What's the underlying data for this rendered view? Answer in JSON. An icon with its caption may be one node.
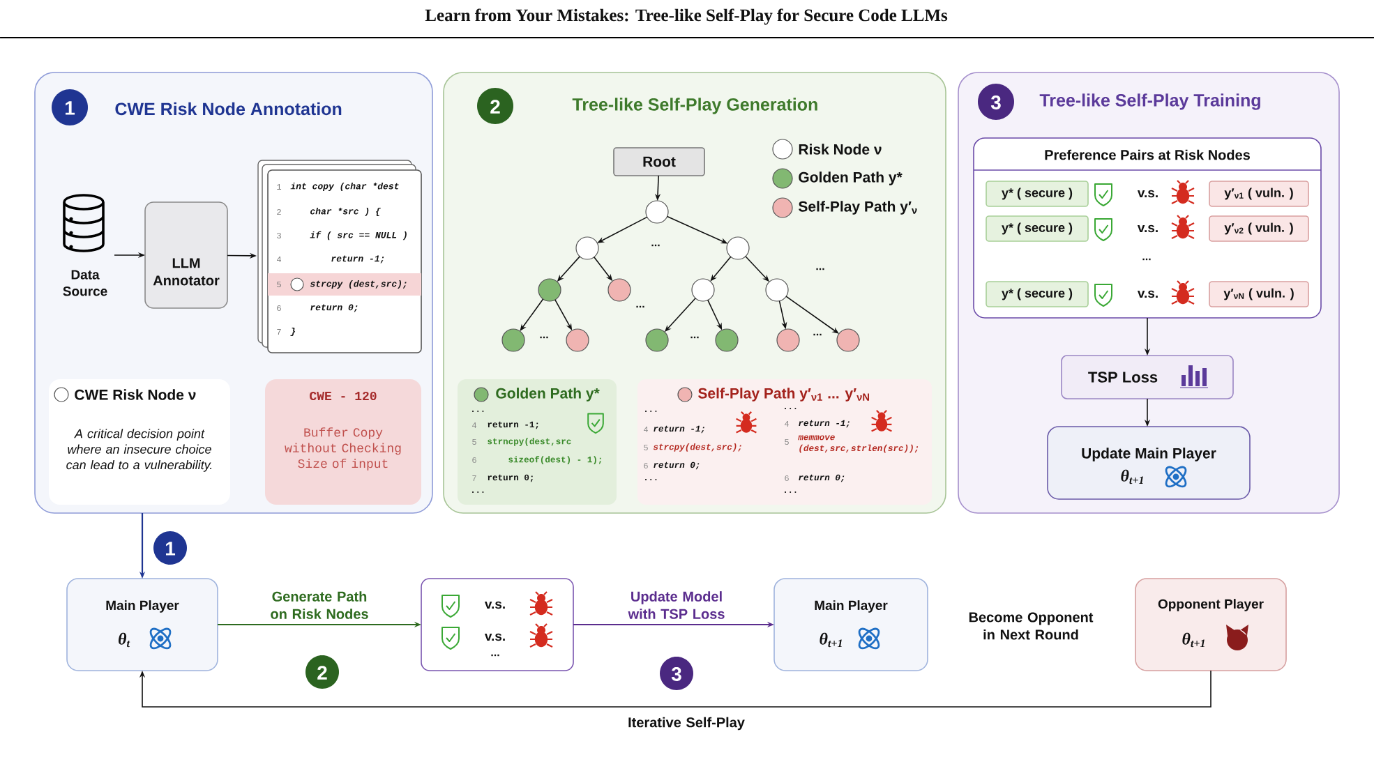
{
  "diagram": {
    "title": "Learn from Your Mistakes: Tree-like Self-Play for Secure Code LLMs",
    "nodes": [
      {
        "text": [
          "CWE Risk Node Annotation"
        ]
      },
      {
        "text": [
          "1"
        ],
        "in": 0
      },
      {
        "text": [
          "Data Source"
        ],
        "in": 0
      },
      {
        "text": [
          "LLM Annotator"
        ],
        "in": 0
      },
      {
        "text": [
          "1",
          "int copy (char *dest",
          "2",
          "char *src ) {",
          "3",
          "if ( src == NULL )",
          "4",
          "return -1;",
          "5",
          "strcpy (dest,src);",
          "6",
          "return 0;",
          "7",
          "}"
        ],
        "in": 0
      },
      {
        "text": [
          "CWE Risk Node ν",
          "A critical decision point where an insecure choice can lead to a vulnerability."
        ],
        "in": 0
      },
      {
        "text": [
          "CWE - 120",
          "Buffer Copy without Checking Size of input"
        ],
        "in": 0
      },
      {
        "text": [
          "Tree-like Self-Play Generation"
        ]
      },
      {
        "text": [
          "2"
        ],
        "in": 7
      },
      {
        "text": [
          "Root"
        ],
        "in": 7
      },
      {
        "text": [],
        "shape": "circle",
        "in": 7
      },
      {
        "text": [],
        "shape": "circle",
        "in": 7
      },
      {
        "text": [],
        "shape": "circle",
        "in": 7
      },
      {
        "text": [],
        "shape": "circle",
        "in": 7
      },
      {
        "text": [],
        "shape": "circle",
        "in": 7
      },
      {
        "text": [],
        "shape": "circle",
        "in": 7
      },
      {
        "text": [],
        "shape": "circle",
        "in": 7
      },
      {
        "text": [],
        "shape": "circle",
        "in": 7
      },
      {
        "text": [],
        "shape": "circle",
        "in": 7
      },
      {
        "text": [],
        "shape": "circle",
        "in": 7
      },
      {
        "text": [],
        "shape": "circle",
        "in": 7
      },
      {
        "text": [],
        "shape": "circle",
        "in": 7
      },
      {
        "text": [],
        "shape": "circle",
        "in": 7
      },
      {
        "text": [
          "Golden Path y*",
          "...",
          "4",
          "return -1;",
          "5",
          "strncpy(dest,src",
          "6",
          "sizeof(dest) - 1);",
          "7",
          "return 0;",
          "..."
        ],
        "in": 7
      },
      {
        "text": [
          "Self-Play Path y′$_{ν1}$ ... y′$_{νN}$",
          "...",
          "4",
          "return -1;",
          "5",
          "strcpy(dest,src);",
          "6",
          "return 0;",
          "...",
          "...",
          "4",
          "return -1;",
          "5",
          "memmove (dest,src,strlen(src));",
          "6",
          "return 0;",
          "..."
        ],
        "in": 7
      },
      {
        "text": [
          "Tree-like Self-Play Training"
        ]
      },
      {
        "text": [
          "3"
        ],
        "in": 25
      },
      {
        "text": [
          "Preference Pairs at Risk Nodes"
        ],
        "in": 25
      },
      {
        "text": [
          "y* ( secure )"
        ],
        "in": 27
      },
      {
        "text": [
          "y′$_{ν1}$ ( vuln. )"
        ],
        "in": 27
      },
      {
        "text": [
          "y* ( secure )"
        ],
        "in": 27
      },
      {
        "text": [
          "y′$_{ν2}$ ( vuln. )"
        ],
        "in": 27
      },
      {
        "text": [
          "y* ( secure )"
        ],
        "in": 27
      },
      {
        "text": [
          "y′$_{νN}$ ( vuln. )"
        ],
        "in": 27
      },
      {
        "text": [
          "TSP Loss"
        ],
        "in": 25
      },
      {
        "text": [
          "Update Main Player",
          "θ$_{t+1}$"
        ],
        "in": 25
      },
      {
        "text": [
          "1"
        ]
      },
      {
        "text": [
          "Main Player",
          "θ$_{t}$"
        ]
      },
      {
        "text": [
          "v.s.",
          "v.s.",
          "..."
        ]
      },
      {
        "text": [
          "2"
        ]
      },
      {
        "text": [
          "Main Player",
          "θ$_{t+1}$"
        ]
      },
      {
        "text": [
          "Opponent Player",
          "θ$_{t+1}$"
        ]
      },
      {
        "text": [
          "3"
        ]
      }
    ],
    "edges": [
      {
        "from": 2,
        "to": 3,
        "arrow": "to"
      },
      {
        "from": 3,
        "to": 4,
        "arrow": "to"
      },
      {
        "from": 9,
        "to": 10,
        "arrow": "to"
      },
      {
        "from": 10,
        "to": 11,
        "arrow": "to"
      },
      {
        "from": 10,
        "to": 12,
        "arrow": "to"
      },
      {
        "from": 11,
        "to": 13,
        "arrow": "to"
      },
      {
        "from": 11,
        "to": 14,
        "arrow": "to"
      },
      {
        "from": 12,
        "to": 15,
        "arrow": "to"
      },
      {
        "from": 12,
        "to": 16,
        "arrow": "to"
      },
      {
        "from": 13,
        "to": 17,
        "arrow": "to"
      },
      {
        "from": 13,
        "to": 18,
        "arrow": "to"
      },
      {
        "from": 15,
        "to": 19,
        "arrow": "to"
      },
      {
        "from": 15,
        "to": 20,
        "arrow": "to"
      },
      {
        "from": 16,
        "to": 21,
        "arrow": "to"
      },
      {
        "from": 16,
        "to": 22,
        "arrow": "to"
      },
      {
        "from": 27,
        "to": 34,
        "arrow": "to"
      },
      {
        "from": 34,
        "to": 35,
        "arrow": "to"
      },
      {
        "from": 0,
        "to": 37,
        "arrow": "to",
        "color": "#1f3592"
      },
      {
        "from": 37,
        "to": 38,
        "arrow": "to",
        "label": "Generate Path on Risk Nodes",
        "color": "#2e6b1f"
      },
      {
        "from": 38,
        "to": 40,
        "arrow": "to",
        "label": "Update Model with TSP Loss",
        "color": "#5b2d8e"
      },
      {
        "from": 41,
        "to": 37,
        "arrow": "to",
        "label": "Iterative Self-Play"
      }
    ],
    "labels": [
      "...",
      "...",
      "...",
      "...",
      "...",
      "...",
      "v.s.",
      "v.s.",
      "...",
      "v.s.",
      "Become Opponent in Next Round"
    ],
    "legend": [
      {
        "text": "Risk Node ν",
        "color": "#ffffff"
      },
      {
        "text": "Golden Path y*",
        "color": "#82b872"
      },
      {
        "text": "Self-Play Path y′$_{ν}$",
        "color": "#f0b4b2"
      }
    ]
  }
}
